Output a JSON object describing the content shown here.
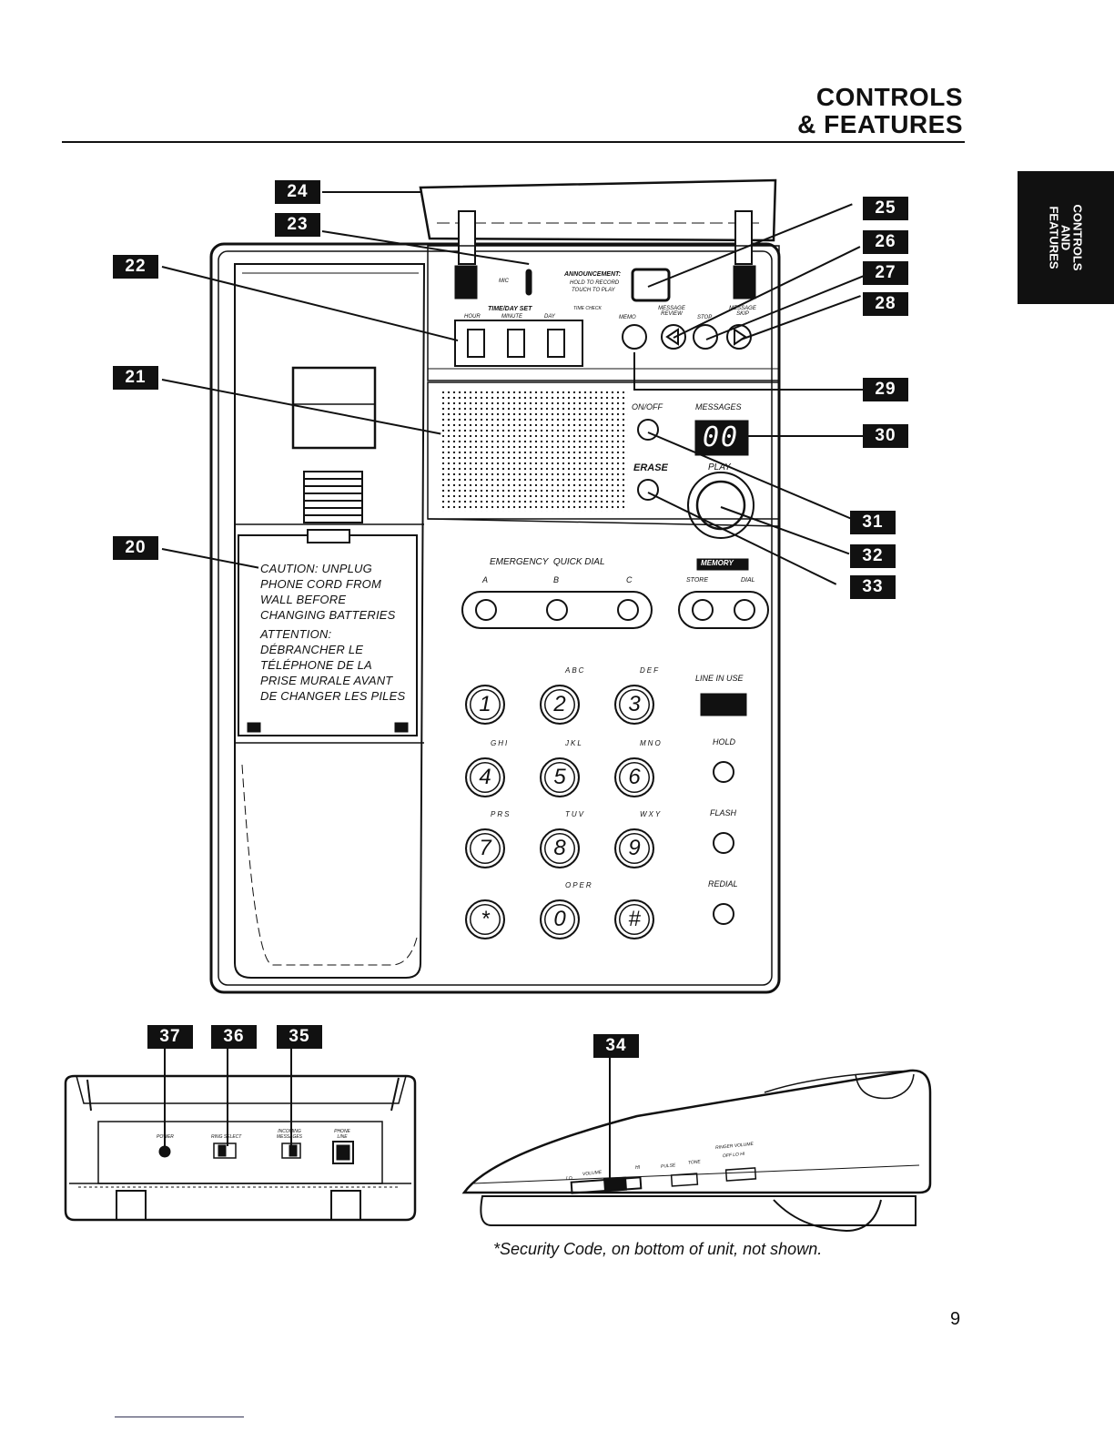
{
  "header": {
    "line1": "CONTROLS",
    "line2": "& FEATURES"
  },
  "side_tab": {
    "line1": "CONTROLS",
    "line2": "AND",
    "line3": "FEATURES"
  },
  "page_number": "9",
  "note": "*Security Code, on bottom of unit, not shown.",
  "callouts": [
    "24",
    "23",
    "22",
    "21",
    "20",
    "25",
    "26",
    "27",
    "28",
    "29",
    "30",
    "31",
    "32",
    "33",
    "37",
    "36",
    "35",
    "34"
  ],
  "caution_label": {
    "english": "CAUTION: UNPLUG\nPHONE CORD FROM\nWALL BEFORE\nCHANGING BATTERIES",
    "french": "ATTENTION:\nDÉBRANCHER LE\nTÉLÉPHONE DE LA\nPRISE MURALE AVANT\nDE CHANGER LES PILES"
  },
  "device_labels": {
    "mic": "MIC",
    "announcement": "ANNOUNCEMENT:",
    "announcement_sub1": "HOLD TO RECORD",
    "announcement_sub2": "TOUCH TO PLAY",
    "time_day_set": "TIME/DAY SET",
    "time_check": "TIME CHECK",
    "hour": "HOUR",
    "minute": "MINUTE",
    "day": "DAY",
    "memo": "MEMO",
    "message_review": "MESSAGE REVIEW",
    "stop": "STOP",
    "message_skip": "MESSAGE SKIP",
    "on_off": "ON/OFF",
    "messages": "MESSAGES",
    "display": "00",
    "erase": "ERASE",
    "play": "PLAY",
    "emergency_quick_dial": "EMERGENCY  QUICK DIAL",
    "quick_a": "A",
    "quick_b": "B",
    "quick_c": "C",
    "memory": "MEMORY",
    "store": "STORE",
    "dial": "DIAL",
    "line_in_use": "LINE IN USE",
    "hold": "HOLD",
    "flash": "FLASH",
    "redial": "REDIAL"
  },
  "keypad": {
    "keys": [
      "1",
      "2",
      "3",
      "4",
      "5",
      "6",
      "7",
      "8",
      "9",
      "*",
      "0",
      "#"
    ],
    "letters": [
      "",
      "ABC",
      "DEF",
      "GHI",
      "JKL",
      "MNO",
      "PRS",
      "TUV",
      "WXY",
      "",
      "OPER",
      ""
    ]
  },
  "rear_labels": {
    "power": "POWER",
    "ring_select": "RING SELECT",
    "incoming_messages": "INCOMING MESSAGES",
    "phone_line": "PHONE LINE"
  },
  "side_labels": {
    "volume": "VOLUME",
    "lo": "LO",
    "hi": "HI",
    "pulse": "PULSE",
    "tone": "TONE",
    "ringer_volume": "RINGER VOLUME",
    "off_lo_hi": "OFF LO HI"
  }
}
